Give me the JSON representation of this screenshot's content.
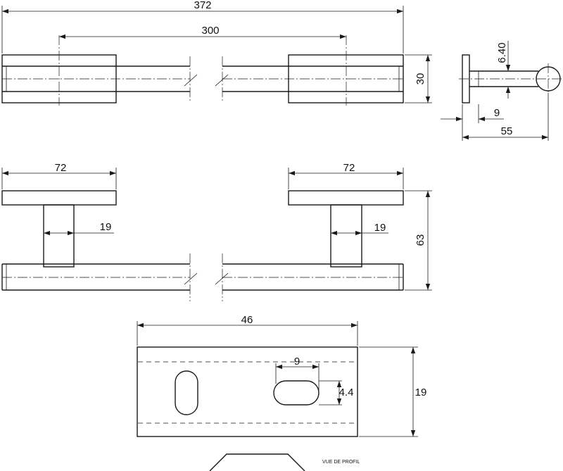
{
  "dimensions": {
    "overall_length": "372",
    "center_distance": "300",
    "bar_height": "30",
    "wall_offset": "6.40",
    "plate_depth": "9",
    "projection": "55",
    "left_plate_width": "72",
    "right_plate_width": "72",
    "left_post_width": "19",
    "right_post_width": "19",
    "total_height": "63",
    "plate_width": "46",
    "slot_width": "9",
    "slot_height": "4.4",
    "plate_height": "19"
  },
  "caption": "VUE DE PROFIL"
}
